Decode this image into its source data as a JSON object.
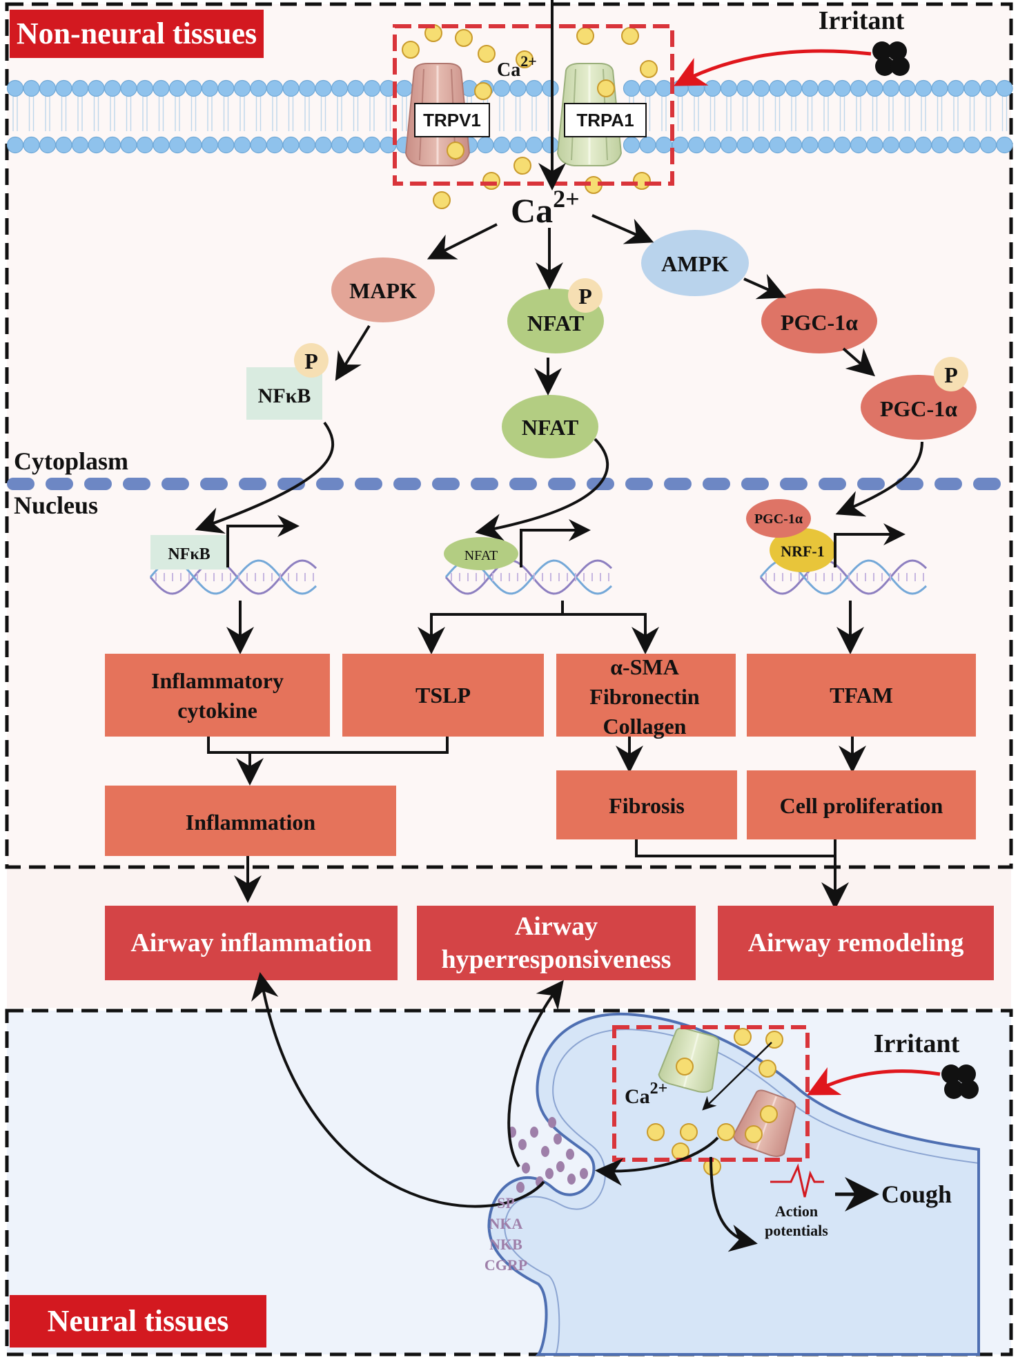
{
  "sections": {
    "non_neural": "Non-neural tissues",
    "neural": "Neural tissues",
    "cytoplasm": "Cytoplasm",
    "nucleus": "Nucleus"
  },
  "irritant_top": "Irritant",
  "irritant_bottom": "Irritant",
  "channels": {
    "trpv1": "TRPV1",
    "trpa1": "TRPA1"
  },
  "ions": {
    "ca_top_base": "Ca",
    "ca_sup": "2+"
  },
  "nodes": {
    "mapk": "MAPK",
    "nfat_p": "NFAT",
    "ampk": "AMPK",
    "pgc1a": "PGC-1α",
    "pgc1a_p": "PGC-1α",
    "nfkb_p": "NFκB",
    "nfat": "NFAT",
    "p": "P"
  },
  "nuclear": {
    "nfkb": "NFκB",
    "nfat": "NFAT",
    "pgc1a": "PGC-1α",
    "nrf1": "NRF-1"
  },
  "boxes": {
    "inflammatory_cytokine": [
      "Inflammatory",
      "cytokine"
    ],
    "tslp": "TSLP",
    "fibrotic": [
      "α-SMA",
      "Fibronectin",
      "Collagen"
    ],
    "tfam": "TFAM",
    "inflammation": "Inflammation",
    "fibrosis": "Fibrosis",
    "cell_proliferation": "Cell proliferation"
  },
  "outcomes": {
    "airway_inflammation": "Airway inflammation",
    "ahr": [
      "Airway",
      "hyperresponsiveness"
    ],
    "airway_remodeling": "Airway remodeling"
  },
  "neuro": {
    "neuropeptides": [
      "SP",
      "NKA",
      "NKB",
      "CGRP"
    ],
    "action_potentials": [
      "Action",
      "potentials"
    ],
    "cough": "Cough"
  },
  "colors": {
    "section_label": "#d31920",
    "box": "#e5735b",
    "outcome": "#d44446",
    "dashed_frame": "#d9343a",
    "lipid_head": "#8fc2ec",
    "mapk": "#e3a597",
    "nfat": "#b3cd82",
    "ampk": "#b9d3ec",
    "pgc": "#de7466",
    "p_badge": "#f6dfb3",
    "nfkb": "#d9ebe0",
    "nrf1": "#e8c53a",
    "ion": "#f6dd72",
    "neuropeptide": "#9e7fa9",
    "nerve_fill": "#d6e5f7",
    "nerve_stroke": "#4e6fb2",
    "cytoplasm_bg": "#fdf7f6",
    "neural_bg": "#eef3fb"
  }
}
